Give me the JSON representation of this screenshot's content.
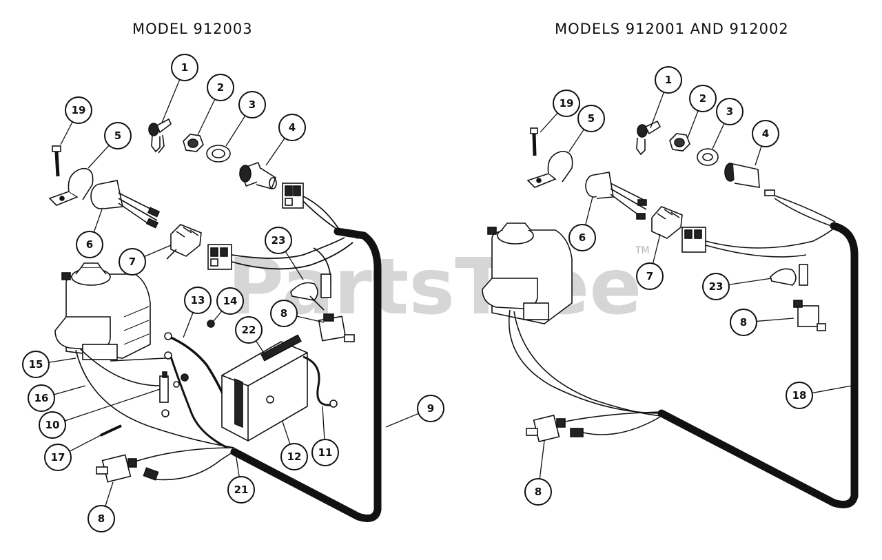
{
  "titles": {
    "left": "MODEL 912003",
    "right": "MODELS 912001 AND 912002"
  },
  "watermark": {
    "text": "PartsTree",
    "tm": "TM"
  },
  "callouts_left": [
    {
      "id": "l1",
      "label": "1",
      "part": "ignition-key"
    },
    {
      "id": "l2",
      "label": "2",
      "part": "hex-nut"
    },
    {
      "id": "l3",
      "label": "3",
      "part": "washer"
    },
    {
      "id": "l4",
      "label": "4",
      "part": "ignition-switch"
    },
    {
      "id": "l19",
      "label": "19",
      "part": "bolt"
    },
    {
      "id": "l5",
      "label": "5",
      "part": "clamp"
    },
    {
      "id": "l6",
      "label": "6",
      "part": "connector-plug"
    },
    {
      "id": "l7",
      "label": "7",
      "part": "terminal-block"
    },
    {
      "id": "l23",
      "label": "23",
      "part": "cable-clip"
    },
    {
      "id": "l8a",
      "label": "8",
      "part": "safety-switch"
    },
    {
      "id": "l13",
      "label": "13",
      "part": "battery-cable"
    },
    {
      "id": "l14",
      "label": "14",
      "part": "nut"
    },
    {
      "id": "l22",
      "label": "22",
      "part": "battery"
    },
    {
      "id": "l15",
      "label": "15",
      "part": "ground-wire"
    },
    {
      "id": "l16",
      "label": "16",
      "part": "lead-wire"
    },
    {
      "id": "l10",
      "label": "10",
      "part": "solenoid"
    },
    {
      "id": "l9",
      "label": "9",
      "part": "wiring-harness"
    },
    {
      "id": "l17",
      "label": "17",
      "part": "screw"
    },
    {
      "id": "l12",
      "label": "12",
      "part": "battery-tray"
    },
    {
      "id": "l11",
      "label": "11",
      "part": "battery-cable-negative"
    },
    {
      "id": "l21",
      "label": "21",
      "part": "harness-junction"
    },
    {
      "id": "l8b",
      "label": "8",
      "part": "seat-switch"
    }
  ],
  "callouts_right": [
    {
      "id": "r1",
      "label": "1",
      "part": "ignition-key"
    },
    {
      "id": "r2",
      "label": "2",
      "part": "hex-nut"
    },
    {
      "id": "r3",
      "label": "3",
      "part": "washer"
    },
    {
      "id": "r4",
      "label": "4",
      "part": "ignition-switch"
    },
    {
      "id": "r19",
      "label": "19",
      "part": "bolt"
    },
    {
      "id": "r5",
      "label": "5",
      "part": "clamp"
    },
    {
      "id": "r6",
      "label": "6",
      "part": "connector-plug"
    },
    {
      "id": "r7",
      "label": "7",
      "part": "terminal-block"
    },
    {
      "id": "r23",
      "label": "23",
      "part": "cable-clip"
    },
    {
      "id": "r8a",
      "label": "8",
      "part": "safety-switch"
    },
    {
      "id": "r18",
      "label": "18",
      "part": "wiring-harness"
    },
    {
      "id": "r8b",
      "label": "8",
      "part": "seat-switch"
    }
  ]
}
